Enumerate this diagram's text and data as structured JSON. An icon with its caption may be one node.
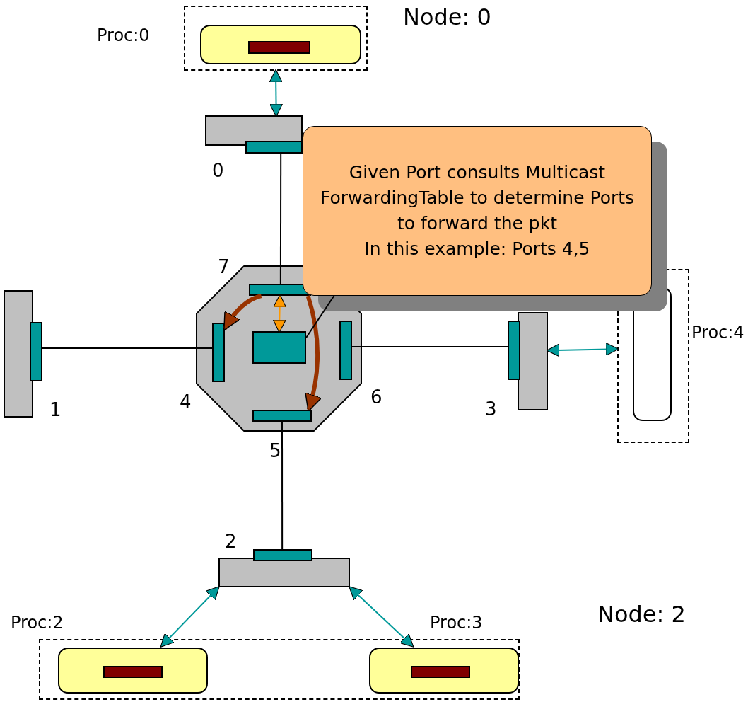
{
  "diagram": {
    "nodes": [
      {
        "text": [],
        "shape": "box"
      },
      {
        "text": [],
        "shape": "box",
        "in": 0
      },
      {
        "text": [],
        "shape": "bar",
        "in": 1
      },
      {
        "text": [],
        "shape": "box"
      },
      {
        "text": [],
        "shape": "bar"
      },
      {
        "text": [],
        "shape": "octagon"
      },
      {
        "text": [],
        "shape": "bar",
        "in": 5
      },
      {
        "text": [],
        "shape": "bar",
        "in": 5
      },
      {
        "text": [],
        "shape": "bar",
        "in": 5
      },
      {
        "text": [],
        "shape": "bar",
        "in": 5
      },
      {
        "text": [],
        "shape": "box",
        "in": 5
      },
      {
        "text": [
          "Given Port consults Multicast ForwardingTable to determine Ports to forward the pkt",
          "In this example: Ports 4,5"
        ]
      },
      {
        "text": [],
        "shape": "box"
      },
      {
        "text": [],
        "shape": "bar"
      },
      {
        "text": [],
        "shape": "box"
      },
      {
        "text": [],
        "shape": "bar"
      },
      {
        "text": [],
        "shape": "box"
      },
      {
        "text": [],
        "shape": "box",
        "in": 16
      },
      {
        "text": [],
        "shape": "box"
      },
      {
        "text": [],
        "shape": "bar"
      },
      {
        "text": [],
        "shape": "box"
      },
      {
        "text": [],
        "shape": "box",
        "in": 20
      },
      {
        "text": [],
        "shape": "bar",
        "in": 21
      },
      {
        "text": [],
        "shape": "box",
        "in": 20
      },
      {
        "text": [],
        "shape": "bar",
        "in": 23
      }
    ],
    "edges": [
      {
        "from": 0,
        "to": 3,
        "arrow": "both",
        "color": "#009999"
      },
      {
        "from": 4,
        "to": 6,
        "arrow": "none",
        "color": "#000000"
      },
      {
        "from": 13,
        "to": 7,
        "arrow": "none",
        "color": "#000000"
      },
      {
        "from": 8,
        "to": 15,
        "arrow": "none",
        "color": "#000000"
      },
      {
        "from": 9,
        "to": 19,
        "arrow": "none",
        "color": "#000000"
      },
      {
        "from": 14,
        "to": 16,
        "arrow": "both",
        "color": "#009999"
      },
      {
        "from": 18,
        "to": 21,
        "arrow": "both",
        "color": "#009999"
      },
      {
        "from": 18,
        "to": 23,
        "arrow": "both",
        "color": "#009999"
      },
      {
        "from": 6,
        "to": 7,
        "arrow": "to",
        "style": "thick",
        "color": "#993300"
      },
      {
        "from": 6,
        "to": 9,
        "arrow": "to",
        "style": "thick",
        "color": "#993300"
      },
      {
        "from": 6,
        "to": 10,
        "arrow": "both",
        "color": "#ff9900"
      },
      {
        "from": 11,
        "to": 10,
        "arrow": "none",
        "color": "#000000"
      }
    ],
    "labels": [
      "Node: 0",
      "Proc:0",
      "0",
      "7",
      "Proc:4",
      "1",
      "4",
      "6",
      "3",
      "5",
      "2",
      "Node: 2",
      "Proc:2",
      "Proc:3"
    ]
  }
}
